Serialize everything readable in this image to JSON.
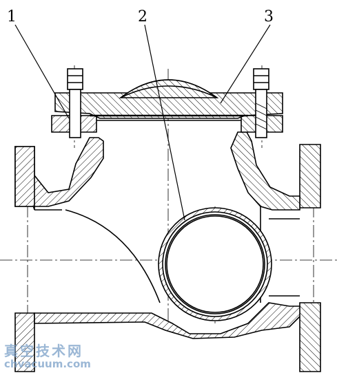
{
  "diagram": {
    "callouts": [
      {
        "id": "c1",
        "label": "1"
      },
      {
        "id": "c2",
        "label": "2"
      },
      {
        "id": "c3",
        "label": "3"
      }
    ]
  },
  "watermark": {
    "cn_text": "真空技术网",
    "url_text": "chvacuum.com"
  }
}
